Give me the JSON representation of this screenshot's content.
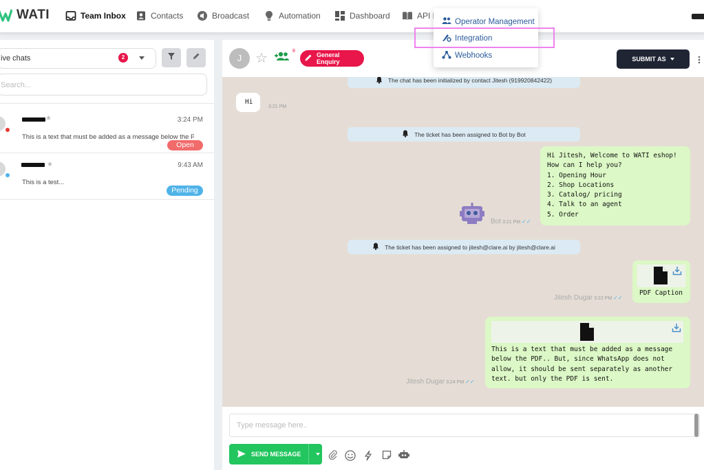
{
  "app": {
    "name": "WATI"
  },
  "nav": {
    "team_inbox": "Team Inbox",
    "contacts": "Contacts",
    "broadcast": "Broadcast",
    "automation": "Automation",
    "dashboard": "Dashboard",
    "api": "API D"
  },
  "api_menu": {
    "items": [
      {
        "label": "Operator Management",
        "icon": "users-icon"
      },
      {
        "label": "Integration",
        "icon": "integration-icon"
      },
      {
        "label": "Webhooks",
        "icon": "webhook-icon"
      }
    ]
  },
  "inbox": {
    "filter_label": "ive chats",
    "filter_count": "2",
    "search_placeholder": "Search...",
    "chats": [
      {
        "time": "3:24 PM",
        "preview": "This is a text that must be added as a message below the PDF",
        "status": "Open",
        "status_color": "#f26b6b",
        "dot_color": "#e53935"
      },
      {
        "time": "9:43 AM",
        "preview": "This is a test...",
        "status": "Pending",
        "status_color": "#4fb3e8",
        "dot_color": "#4fb3e8"
      }
    ]
  },
  "chat": {
    "contact_initial": "J",
    "people_count": "8",
    "tag": "General Enquiry",
    "submit_label": "SUBMIT AS",
    "system_messages": [
      "The chat has been initialized by contact Jitesh (919920842422)",
      "The ticket has been assigned to Bot by Bot",
      "The ticket has been assigned to jitesh@clare.ai by jitesh@clare.ai"
    ],
    "incoming": {
      "text": "Hi",
      "time": "3:21 PM"
    },
    "bot_reply": {
      "lines": [
        "Hi Jitesh, Welcome to WATI eshop!",
        "How can I help you?",
        "1. Opening Hour",
        "2. Shop Locations",
        "3. Catalog/ pricing",
        "4. Talk to an agent",
        "5. Order"
      ],
      "sender": "Bot",
      "time": "3:21 PM"
    },
    "pdf_message": {
      "caption": "PDF Caption",
      "sender": "Jitesh Dugar",
      "time": "3:22 PM"
    },
    "pdf_text_message": {
      "lines": [
        "This is a text that must be added as a message",
        "below the PDF.. But, since WhatsApp does not",
        "allow, it should be sent separately as another",
        "text. but only the PDF is sent."
      ],
      "sender": "Jitesh Dugar",
      "time": "3:24 PM"
    }
  },
  "composer": {
    "placeholder": "Type message here..",
    "send_label": "SEND MESSAGE"
  },
  "colors": {
    "accent_red": "#e8164a",
    "send_green": "#22c55e",
    "submit_dark": "#1f2533",
    "bubble_out": "#dcf8c6",
    "system_bubble": "#dbeaf3",
    "highlight": "#ee82ee"
  }
}
